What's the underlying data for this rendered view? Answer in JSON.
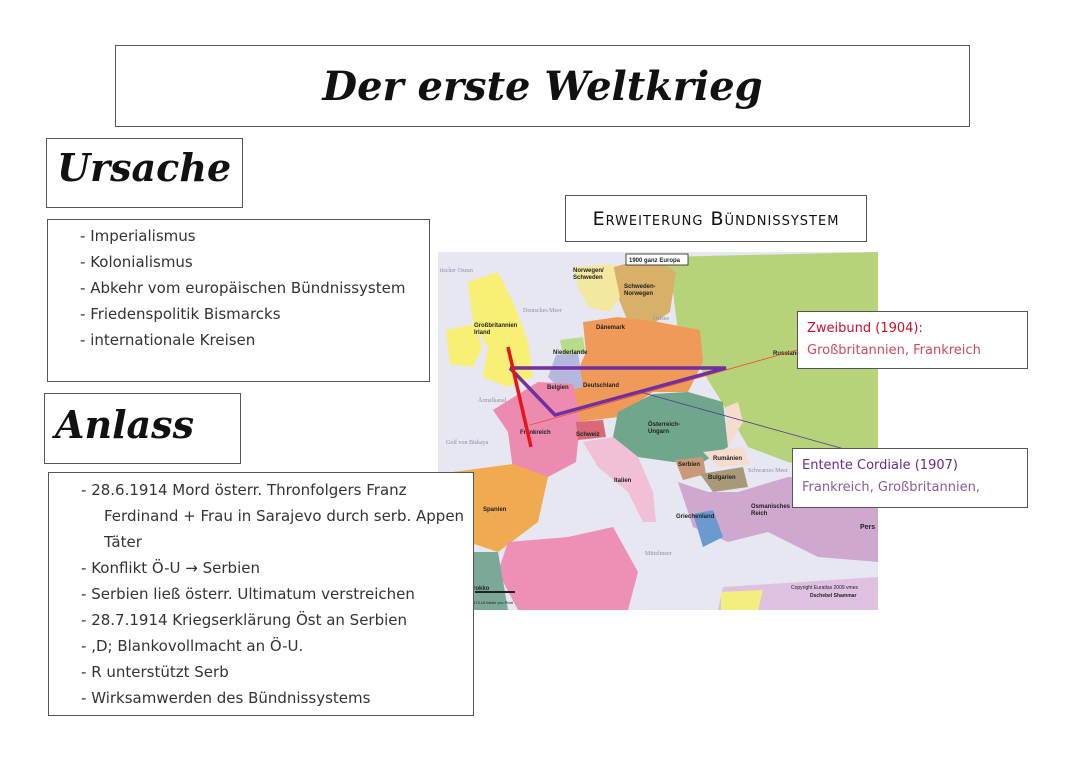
{
  "title": "Der erste Weltkrieg",
  "ursache": {
    "heading": "Ursache",
    "items": [
      "Imperialismus",
      "Kolonialismus",
      "Abkehr vom europäischen Bündnissystem",
      "Friedenspolitik Bismarcks",
      "internationale Kreisen"
    ]
  },
  "anlass": {
    "heading": "Anlass",
    "items": [
      "28.6.1914 Mord österr. Thronfolgers Franz",
      "Ferdinand + Frau in Sarajevo durch serb. Appen",
      "Täter",
      "Konflikt Ö-U  → Serbien",
      "Serbien ließ österr. Ultimatum verstreichen",
      "28.7.1914 Kriegserklärung Öst an Serbien",
      ",D; Blankovollmacht an Ö-U.",
      "R unterstützt Serb",
      "Wirksamwerden des Bündnissystems"
    ]
  },
  "buendnis": {
    "heading": "Erweiterung Bündnissystem",
    "zweibund": {
      "title": "Zweibund (1904):",
      "members": "Großbritannien, Frankreich",
      "color": "#c8102e"
    },
    "entente": {
      "title": "Entente Cordiale (1907)",
      "members": "Frankreich, Großbritannien,",
      "color": "#6a2a8a"
    }
  },
  "map": {
    "caption": "1900 ganz Europa",
    "labels": {
      "gb": "Großbritannien",
      "ir": "Irland",
      "de": "Deutschland",
      "fr": "Frankreich",
      "be": "Belgien",
      "nl": "Niederlande",
      "dk": "Dänemark",
      "no": "Norwegen/",
      "se": "Schweden",
      "sn1": "Schweden-",
      "sn2": "Norwegen",
      "ru": "Russland",
      "ch": "Schweiz",
      "au1": "Österreich-",
      "au2": "Ungarn",
      "it": "Italien",
      "es": "Spanien",
      "rs": "Serbien",
      "ro": "Rumänien",
      "bg": "Bulgarien",
      "gr": "Griechenland",
      "ot1": "Osmanisches",
      "ot2": "Reich",
      "pe": "Pers",
      "ma": "rokko"
    },
    "seas": {
      "atl": "tischer Ozean",
      "nord": "Deutsches Meer",
      "ost": "Ostsee",
      "kanal": "Ärmelkanal",
      "bisk": "Golf von Biskaya",
      "schw": "Schwarzes Meer",
      "mittel": "Mittelmeer"
    },
    "copyright1": "Copyright Euratlas 2009 vmes",
    "copyright2": "Dschebel Shammar",
    "scale": "573.15 Meter pro Pixel",
    "line_colors": {
      "red": "#e8141c",
      "purple": "#7030a0"
    }
  }
}
